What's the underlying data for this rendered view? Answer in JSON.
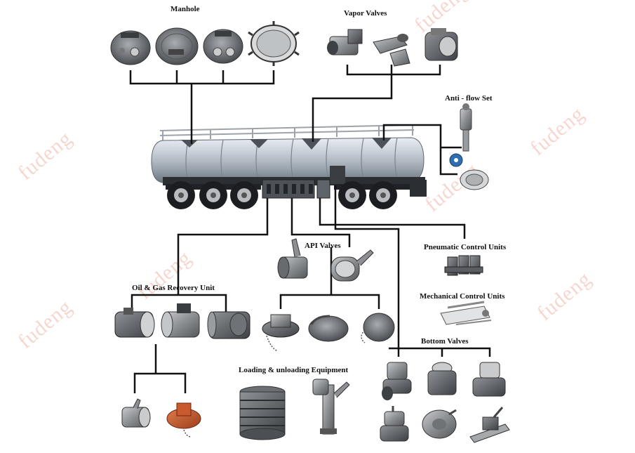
{
  "watermark": "fudeng",
  "labels": {
    "manhole": "Manhole",
    "vapor_valves": "Vapor Valves",
    "anti_flow_set": "Anti - flow Set",
    "pneumatic_control_units": "Pneumatic Control Units",
    "mechanical_control_units": "Mechanical Control Units",
    "api_valves": "API Valves",
    "oil_gas_recovery_unit": "Oil & Gas Recovery Unit",
    "bottom_valves": "Bottom Valves",
    "loading_unloading_equipment": "Loading & unloading Equipment"
  },
  "colors": {
    "connector": "#111111",
    "watermark": "#f6cfc8",
    "tank": "#b9c0c8",
    "part_metal": "#8d8f92"
  }
}
